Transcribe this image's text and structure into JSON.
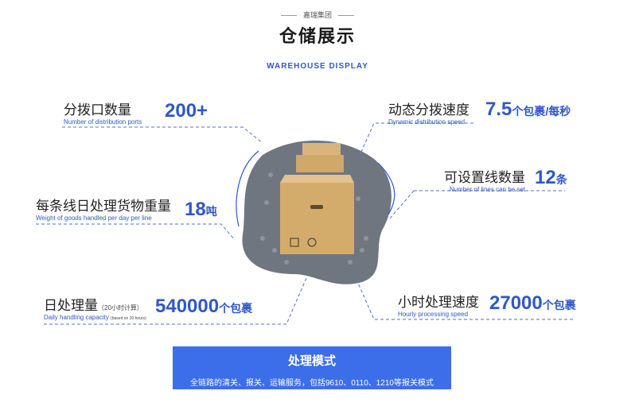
{
  "header": {
    "brand": "嘉瑞集团",
    "title": "仓储展示",
    "subtitle": "WAREHOUSE DISPLAY"
  },
  "stats": {
    "ports": {
      "label": "分拨口数量",
      "en": "Number of distribution ports",
      "value": "200+"
    },
    "speed": {
      "label": "动态分拨速度",
      "en": "Dynamic distribution speed",
      "value": "7.5",
      "unit": "个包裹/每秒"
    },
    "lines": {
      "label": "可设置线数量",
      "en": "Number of lines can be set",
      "value": "12",
      "unit": "条"
    },
    "weight": {
      "label": "每条线日处理货物重量",
      "en": "Weight of goods handled per day per line",
      "value": "18",
      "unit": "吨"
    },
    "daily": {
      "label": "日处理量",
      "note": "（20小时计算）",
      "en": "Daily handling capacity",
      "en_note": "(based on 20 hours)",
      "value": "540000",
      "unit": "个包裹"
    },
    "hourly": {
      "label": "小时处理速度",
      "en": "Hourly processing speed",
      "value": "27000",
      "unit": "个包裹"
    }
  },
  "banner": {
    "title": "处理模式",
    "text": "全链路的清关、报关、运输服务，包括9610、0110、1210等报关模式"
  },
  "colors": {
    "accent": "#2f57c9",
    "banner": "#3b6ee8",
    "conveyor": "#6f7680"
  },
  "icons": [
    "fragile-icon",
    "recycle-icon"
  ]
}
